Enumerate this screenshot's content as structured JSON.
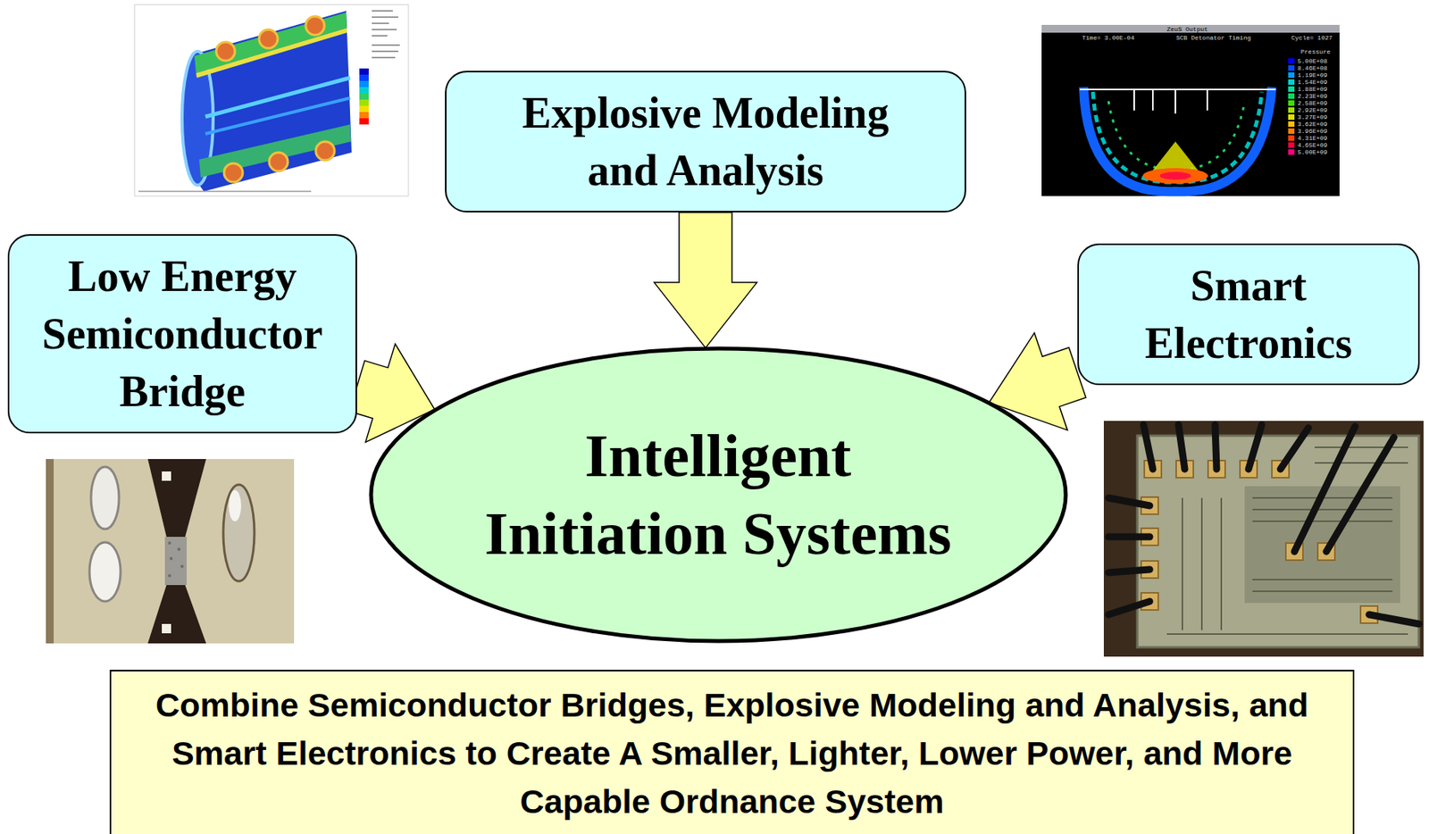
{
  "diagram": {
    "nodes": [
      {
        "text": [
          "Explosive Modeling and Analysis"
        ]
      },
      {
        "text": [
          "Low Energy Semiconductor Bridge"
        ]
      },
      {
        "text": [
          "Smart Electronics"
        ]
      },
      {
        "text": [
          "Intelligent Initiation Systems"
        ]
      },
      {
        "text": [
          "Combine Semiconductor Bridges, Explosive Modeling and Analysis, and Smart Electronics to Create A Smaller, Lighter, Lower Power, and More Capable Ordnance System"
        ]
      }
    ],
    "edges": [
      {
        "from": 0,
        "to": 3,
        "arrow": "to"
      },
      {
        "from": 1,
        "to": 3,
        "arrow": "to"
      },
      {
        "from": 2,
        "to": 3,
        "arrow": "to"
      }
    ],
    "labels": [
      "ZeuS Output",
      "Time= 3.00E-04",
      "SCB Detonator Timing",
      "Cycle= 1027",
      "Pressure"
    ],
    "legend": [
      {
        "text": "5.00E+08",
        "color": "#0000ff"
      },
      {
        "text": "8.46E+08",
        "color": "#0050ff"
      },
      {
        "text": "1.19E+09",
        "color": "#00a0ff"
      },
      {
        "text": "1.54E+09",
        "color": "#00d0d0"
      },
      {
        "text": "1.88E+09",
        "color": "#00e0a0"
      },
      {
        "text": "2.23E+09",
        "color": "#00e060"
      },
      {
        "text": "2.58E+09",
        "color": "#40e000"
      },
      {
        "text": "2.92E+09",
        "color": "#a0e000"
      },
      {
        "text": "3.27E+09",
        "color": "#e0e000"
      },
      {
        "text": "3.62E+09",
        "color": "#ffc000"
      },
      {
        "text": "3.96E+09",
        "color": "#ff8000"
      },
      {
        "text": "4.31E+09",
        "color": "#ff4000"
      },
      {
        "text": "4.65E+09",
        "color": "#ff0040"
      },
      {
        "text": "5.00E+09",
        "color": "#ff0080"
      }
    ]
  }
}
